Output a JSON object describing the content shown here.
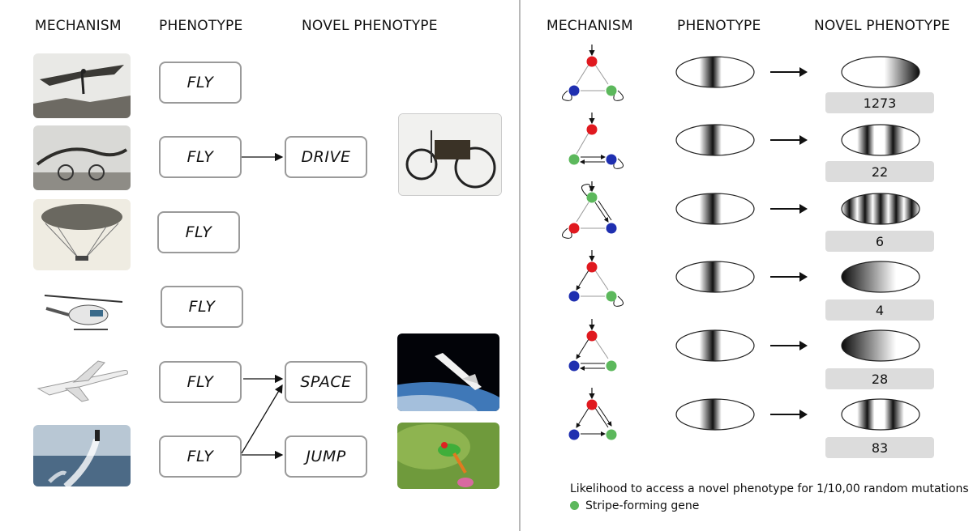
{
  "left_panel": {
    "headers": {
      "mechanism": "MECHANISM",
      "phenotype": "PHENOTYPE",
      "novel": "NOVEL PHENOTYPE"
    },
    "rows": [
      {
        "mechanism_image": "glider-photo",
        "phenotype": "FLY"
      },
      {
        "mechanism_image": "early-airplane-photo",
        "phenotype": "FLY",
        "novel": "DRIVE",
        "novel_image": "motorwagen-photo"
      },
      {
        "mechanism_image": "airship-photo",
        "phenotype": "FLY"
      },
      {
        "mechanism_image": "helicopter-photo",
        "phenotype": "FLY"
      },
      {
        "mechanism_image": "jet-airliner-photo",
        "phenotype": "FLY",
        "novel": "SPACE",
        "novel_image": "space-shuttle-photo"
      },
      {
        "mechanism_image": "flyboard-photo",
        "phenotype": "FLY",
        "novel": "JUMP",
        "novel_image": "tree-frog-photo"
      }
    ]
  },
  "right_panel": {
    "headers": {
      "mechanism": "MECHANISM",
      "phenotype": "PHENOTYPE",
      "novel": "NOVEL PHENOTYPE"
    },
    "rows": [
      {
        "network": "red-input-blue-green-self-loops",
        "novel_pattern": "right-gradient",
        "count": "1273"
      },
      {
        "network": "red-input-green-blue-mutual",
        "novel_pattern": "double-stripe",
        "count": "22"
      },
      {
        "network": "green-input-self-loop-triangle",
        "novel_pattern": "multi-stripe",
        "count": "6"
      },
      {
        "network": "red-input-blue-green-self-loop",
        "novel_pattern": "left-gradient",
        "count": "4"
      },
      {
        "network": "red-input-blue-green-double",
        "novel_pattern": "left-gradient",
        "count": "28"
      },
      {
        "network": "red-input-green-double-edge",
        "novel_pattern": "double-stripe",
        "count": "83"
      }
    ],
    "legend": {
      "likelihood_text": "Likelihood to access a novel phenotype for 1/10,00 random mutations",
      "green_label": "Stripe-forming gene"
    }
  },
  "colors": {
    "red": "#e0191f",
    "blue": "#1f2fb0",
    "green": "#5cb85c",
    "box_border": "#9a9a9a",
    "count_bg": "#dcdcdc"
  }
}
